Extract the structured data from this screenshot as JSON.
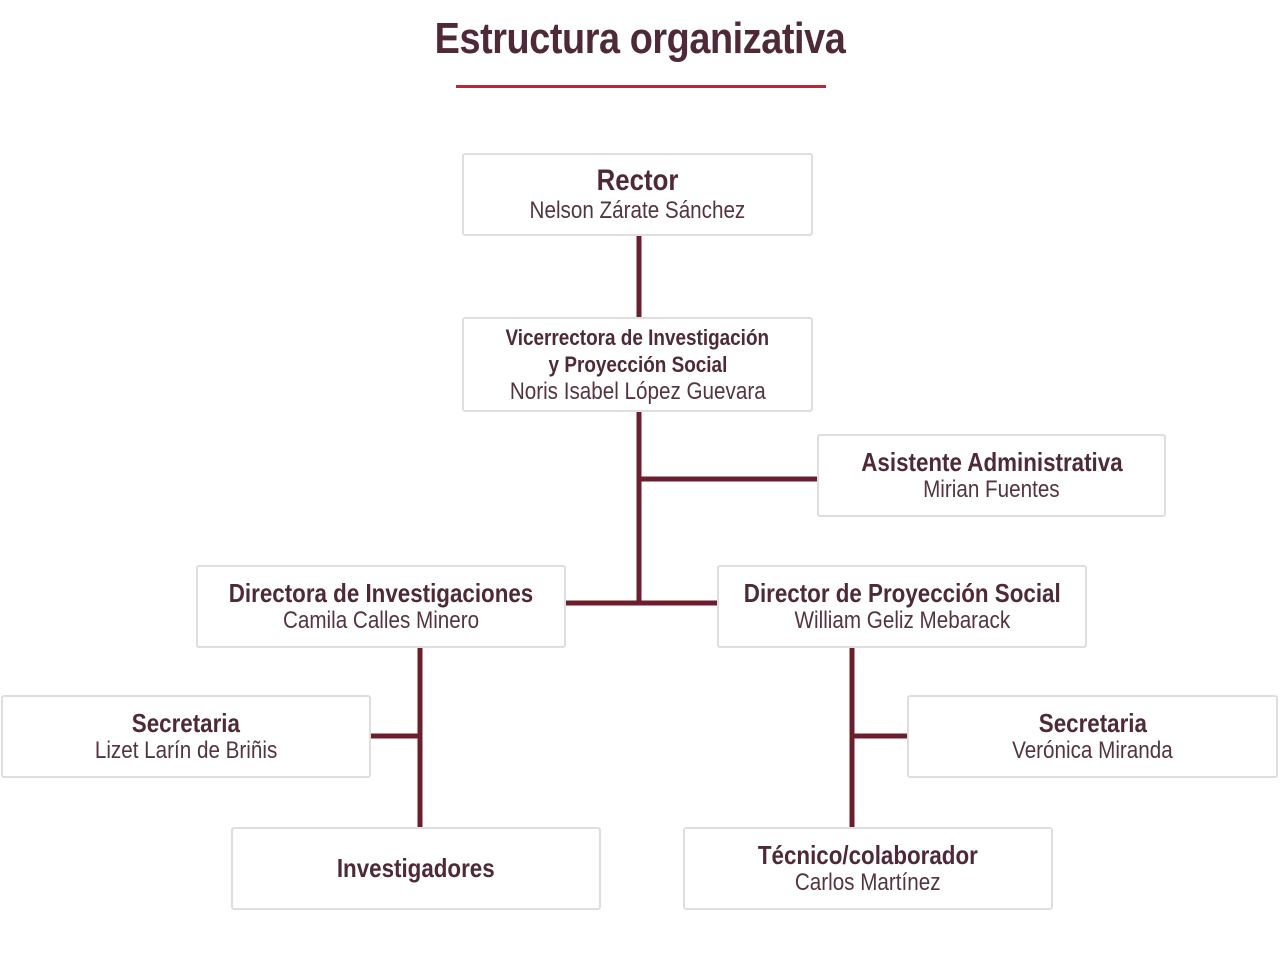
{
  "title": "Estructura organizativa",
  "colors": {
    "text": "#4e2a38",
    "accent_rule": "#b4283c",
    "connector": "#6b1f2e",
    "box_border": "#dedede"
  },
  "nodes": {
    "rector": {
      "role": "Rector",
      "person": "Nelson Zárate Sánchez"
    },
    "vicerrectora": {
      "role_line1": "Vicerrectora de Investigación",
      "role_line2": "y Proyección Social",
      "person": "Noris Isabel López Guevara"
    },
    "asistente": {
      "role": "Asistente Administrativa",
      "person": "Mirian Fuentes"
    },
    "dir_investigaciones": {
      "role": "Directora de Investigaciones",
      "person": "Camila Calles Minero"
    },
    "dir_proyeccion": {
      "role": "Director de Proyección Social",
      "person": "William Geliz Mebarack"
    },
    "secretaria_left": {
      "role": "Secretaria",
      "person": "Lizet Larín de Briñis"
    },
    "secretaria_right": {
      "role": "Secretaria",
      "person": "Verónica Miranda"
    },
    "investigadores": {
      "role": "Investigadores"
    },
    "tecnico": {
      "role": "Técnico/colaborador",
      "person": "Carlos Martínez"
    }
  }
}
